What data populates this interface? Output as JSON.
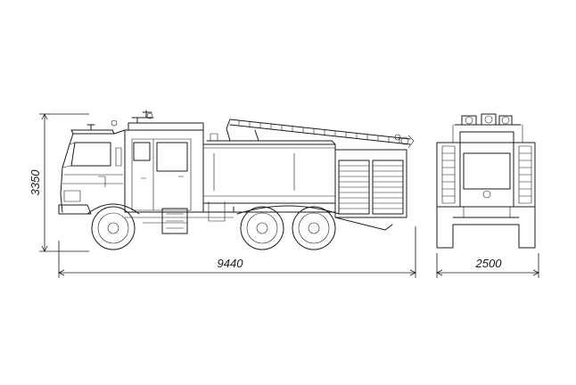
{
  "dimensions": {
    "length": "9440",
    "height": "3350",
    "width": "2500"
  }
}
